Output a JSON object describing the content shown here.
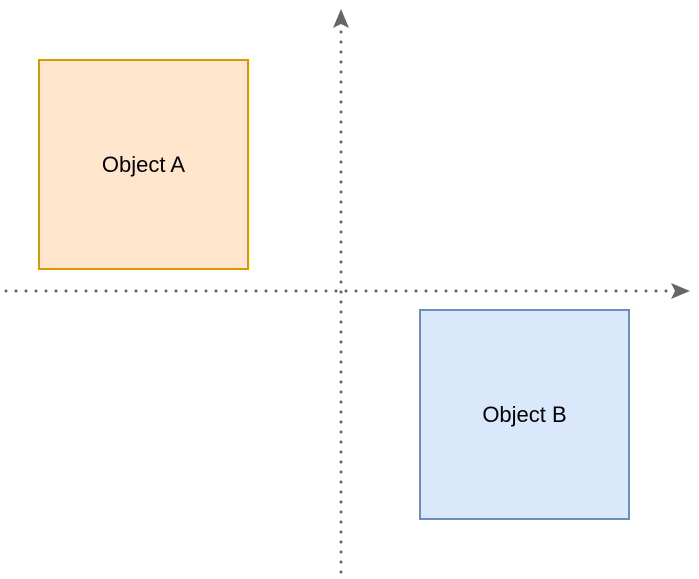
{
  "diagram": {
    "nodes": [
      {
        "id": "object-a",
        "label": "Object A",
        "fill": "#ffe6cc",
        "stroke": "#d79b00"
      },
      {
        "id": "object-b",
        "label": "Object B",
        "fill": "#dae8fc",
        "stroke": "#6c8ebf"
      }
    ],
    "axes": {
      "stroke": "#666666",
      "style": "dotted",
      "arrowheads": [
        "up",
        "right"
      ]
    }
  }
}
